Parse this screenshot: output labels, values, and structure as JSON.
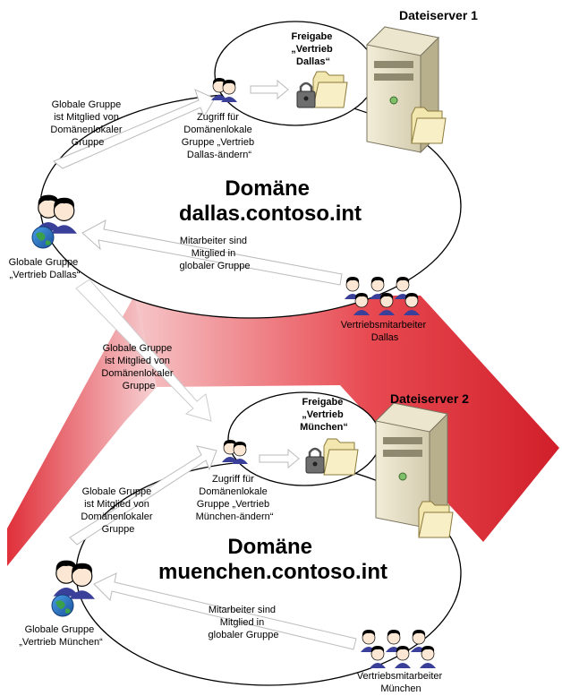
{
  "server1": {
    "title": "Dateiserver 1",
    "share_lines": [
      "Freigabe",
      "„Vertrieb",
      "Dallas“"
    ]
  },
  "server2": {
    "title": "Dateiserver 2",
    "share_lines": [
      "Freigabe",
      "„Vertrieb",
      "München“"
    ]
  },
  "domain1": {
    "lines": [
      "Domäne",
      "dallas.contoso.int"
    ],
    "access_lines": [
      "Zugriff für",
      "Domänenlokale",
      "Gruppe „Vertrieb",
      "Dallas-ändern“"
    ],
    "member_lines": [
      "Mitarbeiter sind",
      "Mitglied in",
      "globaler Gruppe"
    ],
    "nested_lines": [
      "Globale Gruppe",
      "ist Mitglied von",
      "Domänenlokaler",
      "Gruppe"
    ],
    "global_group_lines": [
      "Globale Gruppe",
      "„Vertrieb Dallas“"
    ],
    "staff_lines": [
      "Vertriebsmitarbeiter",
      "Dallas"
    ]
  },
  "cross_domain": {
    "lines": [
      "Globale Gruppe",
      "ist Mitglied von",
      "Domänenlokaler",
      "Gruppe"
    ]
  },
  "domain2": {
    "lines": [
      "Domäne",
      "muenchen.contoso.int"
    ],
    "access_lines": [
      "Zugriff für",
      "Domänenlokale",
      "Gruppe „Vertrieb",
      "München-ändern“"
    ],
    "member_lines": [
      "Mitarbeiter sind",
      "Mitglied in",
      "globaler Gruppe"
    ],
    "nested_lines": [
      "Globale Gruppe",
      "ist Mitglied von",
      "Domänenlokaler",
      "Gruppe"
    ],
    "global_group_lines": [
      "Globale Gruppe",
      "„Vertrieb München“"
    ],
    "staff_lines": [
      "Vertriebsmitarbeiter",
      "München"
    ]
  },
  "colors": {
    "trust_band": "#e0303a",
    "arrow_fill": "#ffffff",
    "server_body": "#ddd6b8",
    "folder": "#f3e7b0"
  }
}
